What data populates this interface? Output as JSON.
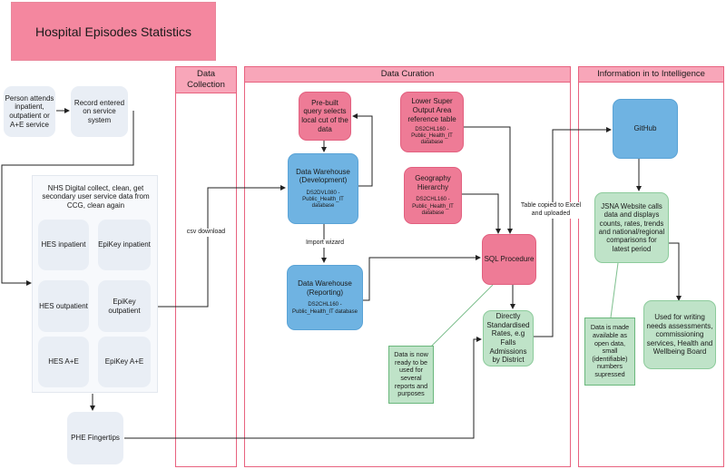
{
  "title": "Hospital Episodes Statistics",
  "lanes": {
    "collection": "Data Collection",
    "curation": "Data Curation",
    "intelligence": "Information in to Intelligence"
  },
  "boxes": {
    "person": "Person attends inpatient, outpatient or A+E service",
    "record": "Record entered on service system",
    "nhs_digital": "NHS Digital collect, clean, get secondary user service data from CCG, clean again",
    "hes_inpatient": "HES inpatient",
    "epikey_inpatient": "EpiKey inpatient",
    "hes_outpatient": "HES outpatient",
    "epikey_outpatient": "EpiKey outpatient",
    "hes_ae": "HES A+E",
    "epikey_ae": "EpiKey A+E",
    "phe_fingertips": "PHE Fingertips",
    "prebuilt_query": "Pre-built query selects local cut of the data",
    "dw_dev_title": "Data Warehouse (Development)",
    "dw_dev_db": "DS2DVL080 - Public_Health_IT database",
    "dw_rep_title": "Data Warehouse (Reporting)",
    "dw_rep_db": "DS2CHL160 - Public_Health_IT database",
    "lsoa_title": "Lower Super Output Area reference table",
    "lsoa_db": "DS2CHL160 - Public_Health_IT database",
    "geo_title": "Geography Hierarchy",
    "geo_db": "DS2CHL160 - Public_Health_IT database",
    "sql_procedure": "SQL Procedure",
    "dsr": "Directly Standardised Rates, e.g Falls Admissions by District",
    "ready_note": "Data is now ready to be used for several reports and purposes",
    "github": "GitHub",
    "jsna": "JSNA Website calls data and displays counts, rates, trends and national/regional comparisons for latest period",
    "open_data_note": "Data is made available as open data, small (identifiable) numbers supressed",
    "used_for": "Used for writing needs assessments, commissioning services, Health and Wellbeing Board"
  },
  "labels": {
    "csv_download": "csv download",
    "import_wizard": "Import wizard",
    "table_copied": "Table copied to Excel and uploaded"
  },
  "colors": {
    "lane_border": "#e8627f",
    "pink": "#ee7b96",
    "blue": "#6fb3e2",
    "green": "#bfe3c8",
    "grey": "#e9eef5"
  }
}
